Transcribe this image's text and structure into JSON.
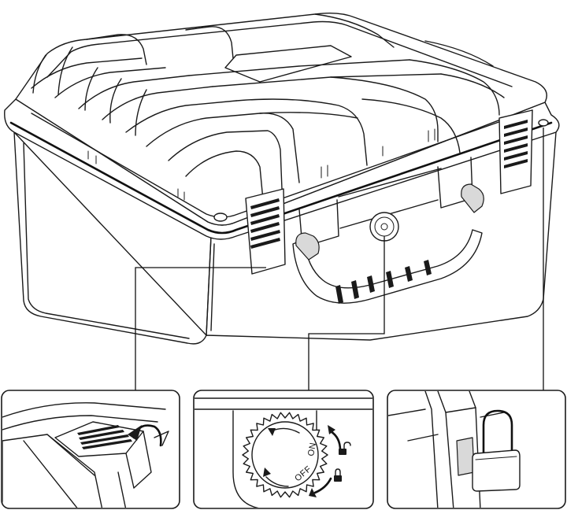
{
  "figure": {
    "main_view": "hard-case",
    "details": [
      {
        "id": "latch-detail",
        "feature": "latch"
      },
      {
        "id": "valve-detail",
        "feature": "pressure-valve"
      },
      {
        "id": "padlock-detail",
        "feature": "padlock-hasp"
      }
    ]
  },
  "valve_dial": {
    "on_label": "ON",
    "off_label": "OFF",
    "unlocked_icon": "unlocked-padlock-icon",
    "locked_icon": "locked-padlock-icon"
  },
  "colors": {
    "line": "#1a1a1a",
    "background": "#ffffff",
    "shade": "#d9d9d9"
  }
}
